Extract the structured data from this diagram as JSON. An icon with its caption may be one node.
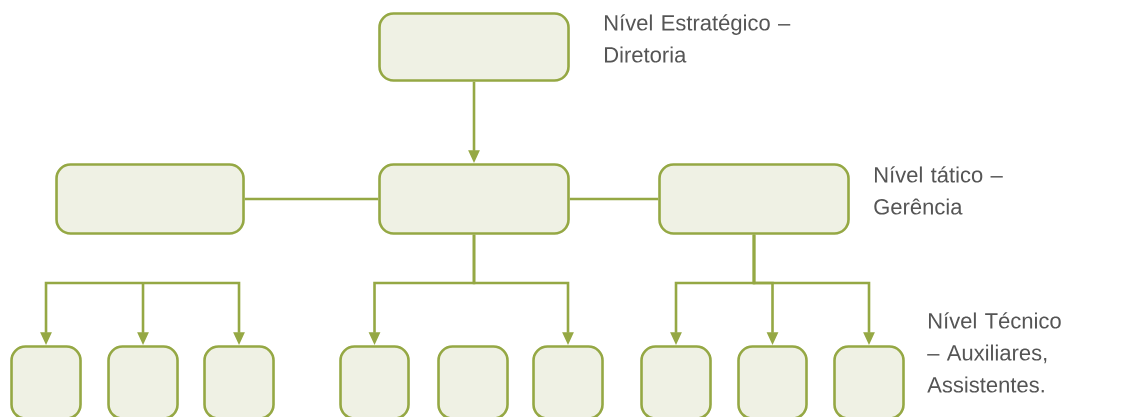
{
  "diagram": {
    "nodes": [
      {
        "text": [],
        "shape": "box"
      },
      {
        "text": [],
        "shape": "box"
      },
      {
        "text": [],
        "shape": "box"
      },
      {
        "text": [],
        "shape": "box"
      },
      {
        "text": [],
        "shape": "box"
      },
      {
        "text": [],
        "shape": "box"
      },
      {
        "text": [],
        "shape": "box"
      },
      {
        "text": [],
        "shape": "box"
      },
      {
        "text": [],
        "shape": "box"
      },
      {
        "text": [],
        "shape": "box"
      },
      {
        "text": [],
        "shape": "box"
      },
      {
        "text": [],
        "shape": "box"
      },
      {
        "text": [],
        "shape": "box"
      }
    ],
    "edges": [
      {
        "from": 0,
        "to": 2,
        "arrow": "to"
      },
      {
        "from": 1,
        "to": 2,
        "arrow": "none"
      },
      {
        "from": 2,
        "to": 3,
        "arrow": "none"
      },
      {
        "from": null,
        "to": 4,
        "arrow": "to"
      },
      {
        "from": null,
        "to": 5,
        "arrow": "to"
      },
      {
        "from": null,
        "to": 6,
        "arrow": "to"
      },
      {
        "from": 2,
        "to": 7,
        "arrow": "to"
      },
      {
        "from": 2,
        "to": 9,
        "arrow": "to"
      },
      {
        "from": 3,
        "to": 10,
        "arrow": "to"
      },
      {
        "from": 3,
        "to": 11,
        "arrow": "to"
      },
      {
        "from": 3,
        "to": 12,
        "arrow": "to"
      }
    ],
    "labels": [
      "Nível Estratégico – Diretoria",
      "Nível tático – Gerência",
      "Nível Técnico – Auxiliares, Assistentes."
    ]
  }
}
